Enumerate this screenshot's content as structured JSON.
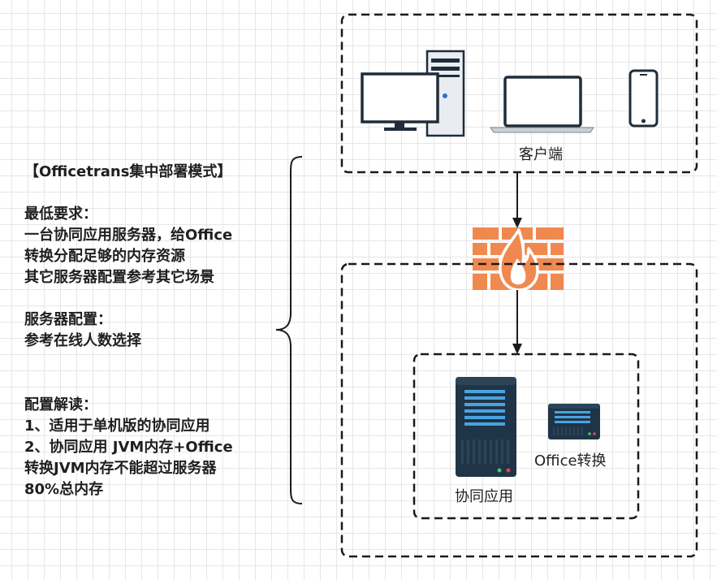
{
  "left_text": {
    "title": "【Officetrans集中部署模式】",
    "min_req_heading": "最低要求：",
    "min_req_line1": "一台协同应用服务器，给Office",
    "min_req_line2": "转换分配足够的内存资源",
    "min_req_line3": "其它服务器配置参考其它场景",
    "server_cfg_heading": "服务器配置：",
    "server_cfg_line1": "参考在线人数选择",
    "interp_heading": "配置解读：",
    "interp_line1": "1、适用于单机版的协同应用",
    "interp_line2": "2、协同应用 JVM内存+Office",
    "interp_line3": "转换JVM内存不能超过服务器",
    "interp_line4": "80%总内存"
  },
  "client": {
    "label": "客户端"
  },
  "server": {
    "app_label": "协同应用",
    "office_label": "Office转换"
  },
  "colors": {
    "firewall": "#f0894f",
    "flame": "#ffffff",
    "server_body": "#1f3447",
    "server_slot": "#4aa3df",
    "line": "#1a1a1a"
  }
}
